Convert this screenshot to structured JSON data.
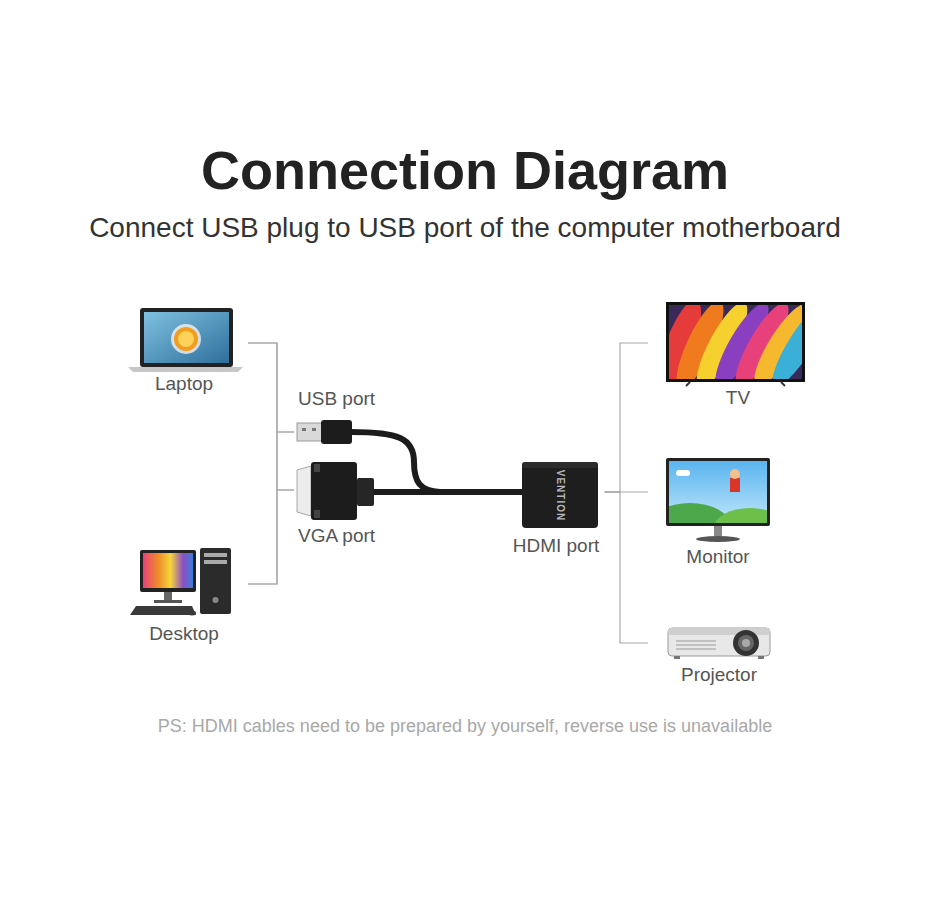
{
  "diagram": {
    "title": "Connection Diagram",
    "nodes": [
      {
        "text": [
          "Laptop"
        ]
      },
      {
        "text": [
          "Desktop"
        ]
      },
      {
        "text": [
          "USB port"
        ]
      },
      {
        "text": [
          "VGA port"
        ]
      },
      {
        "text": [
          "HDMI port"
        ]
      },
      {
        "text": [
          "TV"
        ]
      },
      {
        "text": [
          "Monitor"
        ]
      },
      {
        "text": [
          "Projector"
        ]
      }
    ],
    "edges": [
      {
        "from": 0,
        "to": 2,
        "arrow": "none"
      },
      {
        "from": 0,
        "to": 3,
        "arrow": "none"
      },
      {
        "from": 1,
        "to": 2,
        "arrow": "none"
      },
      {
        "from": 1,
        "to": 3,
        "arrow": "none"
      },
      {
        "from": 4,
        "to": 5,
        "arrow": "none"
      },
      {
        "from": 4,
        "to": 6,
        "arrow": "none"
      },
      {
        "from": 4,
        "to": 7,
        "arrow": "none"
      }
    ],
    "labels": [
      "Connect USB plug to USB port of the computer motherboard",
      "VENTION",
      "PS: HDMI cables need to be prepared by yourself, reverse use is unavailable"
    ]
  }
}
